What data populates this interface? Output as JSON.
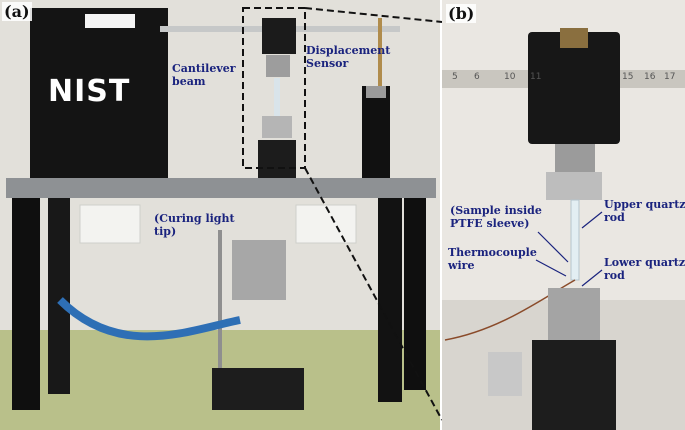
{
  "panels": {
    "left_tag": "(a)",
    "right_tag": "(b)"
  },
  "logo_text": "NIST",
  "labels": {
    "cantilever": "Cantilever\nbeam",
    "displacement": "Displacement\nSensor",
    "curing": "(Curing light\ntip)",
    "sample": "(Sample inside\nPTFE sleeve)",
    "upper_rod": "Upper quartz\nrod",
    "thermocouple": "Thermocouple\nwire",
    "lower_rod": "Lower quartz\nrod"
  },
  "ruler_numbers": [
    "5",
    "6",
    "10",
    "11",
    "15",
    "16",
    "17"
  ],
  "colors": {
    "label_text": "#1a237e",
    "bench_gray": "#8e9194",
    "wall": "#e6e4df"
  }
}
